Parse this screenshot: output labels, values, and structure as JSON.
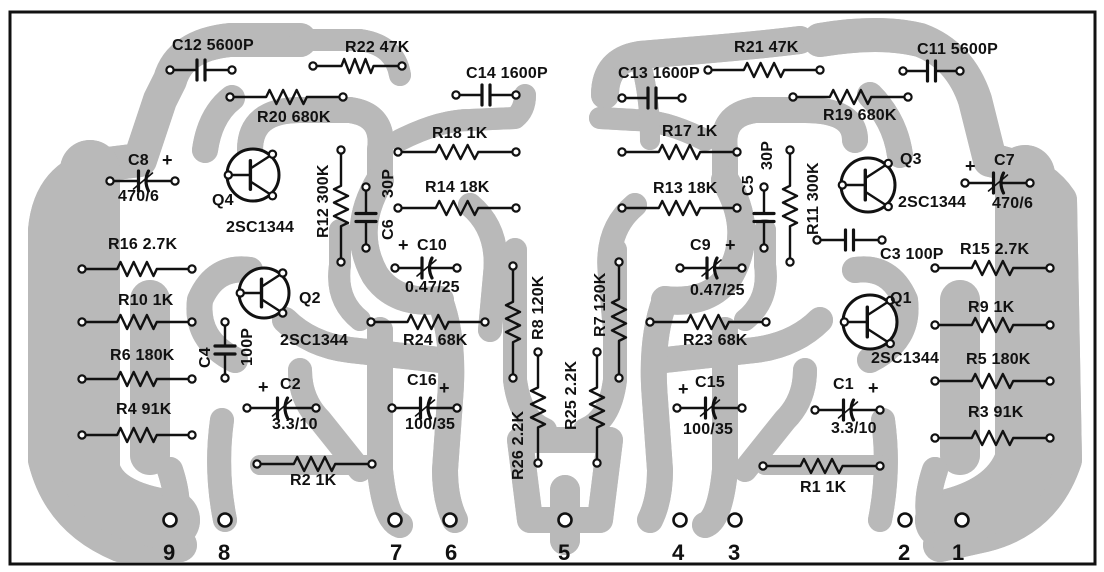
{
  "components": {
    "c12": {
      "name": "C12",
      "value": "5600P"
    },
    "r22": {
      "name": "R22",
      "value": "47K"
    },
    "c14": {
      "name": "C14",
      "value": "1600P"
    },
    "r20": {
      "name": "R20",
      "value": "680K"
    },
    "r18": {
      "name": "R18",
      "value": "1K"
    },
    "c8": {
      "name": "C8",
      "value": "470/6"
    },
    "q4": {
      "name": "Q4",
      "value": "2SC1344"
    },
    "r12": {
      "name": "R12",
      "value": "300K"
    },
    "c6": {
      "name": "C6",
      "value": "30P"
    },
    "r14": {
      "name": "R14",
      "value": "18K"
    },
    "r16": {
      "name": "R16",
      "value": "2.7K"
    },
    "c10": {
      "name": "C10",
      "value": "0.47/25"
    },
    "q2": {
      "name": "Q2",
      "value": "2SC1344"
    },
    "r8": {
      "name": "R8",
      "value": "120K"
    },
    "r10": {
      "name": "R10",
      "value": "1K"
    },
    "r24": {
      "name": "R24",
      "value": "68K"
    },
    "c4": {
      "name": "C4",
      "value": "100P"
    },
    "r6": {
      "name": "R6",
      "value": "180K"
    },
    "c2": {
      "name": "C2",
      "value": "3.3/10"
    },
    "c16": {
      "name": "C16",
      "value": "100/35"
    },
    "r4": {
      "name": "R4",
      "value": "91K"
    },
    "r26": {
      "name": "R26",
      "value": "2.2K"
    },
    "r2": {
      "name": "R2",
      "value": "1K"
    },
    "c13": {
      "name": "C13",
      "value": "1600P"
    },
    "r21": {
      "name": "R21",
      "value": "47K"
    },
    "c11": {
      "name": "C11",
      "value": "5600P"
    },
    "r19": {
      "name": "R19",
      "value": "680K"
    },
    "r17": {
      "name": "R17",
      "value": "1K"
    },
    "c5": {
      "name": "C5",
      "value": "30P"
    },
    "r11": {
      "name": "R11",
      "value": "300K"
    },
    "q3": {
      "name": "Q3",
      "value": "2SC1344"
    },
    "c7": {
      "name": "C7",
      "value": "470/6"
    },
    "r13": {
      "name": "R13",
      "value": "18K"
    },
    "c9": {
      "name": "C9",
      "value": "0.47/25"
    },
    "c3": {
      "name": "C3",
      "value": "100P"
    },
    "r15": {
      "name": "R15",
      "value": "2.7K"
    },
    "r7": {
      "name": "R7",
      "value": "120K"
    },
    "q1": {
      "name": "Q1",
      "value": "2SC1344"
    },
    "r9": {
      "name": "R9",
      "value": "1K"
    },
    "r23": {
      "name": "R23",
      "value": "68K"
    },
    "r5": {
      "name": "R5",
      "value": "180K"
    },
    "r25": {
      "name": "R25",
      "value": "2.2K"
    },
    "c15": {
      "name": "C15",
      "value": "100/35"
    },
    "c1": {
      "name": "C1",
      "value": "3.3/10"
    },
    "r3": {
      "name": "R3",
      "value": "91K"
    },
    "r1": {
      "name": "R1",
      "value": "1K"
    }
  },
  "polarity_mark": "+",
  "terminals": [
    "1",
    "2",
    "3",
    "4",
    "5",
    "6",
    "7",
    "8",
    "9"
  ],
  "colors": {
    "copper": "#b9b9b9",
    "ink": "#111111",
    "background": "#ffffff"
  }
}
